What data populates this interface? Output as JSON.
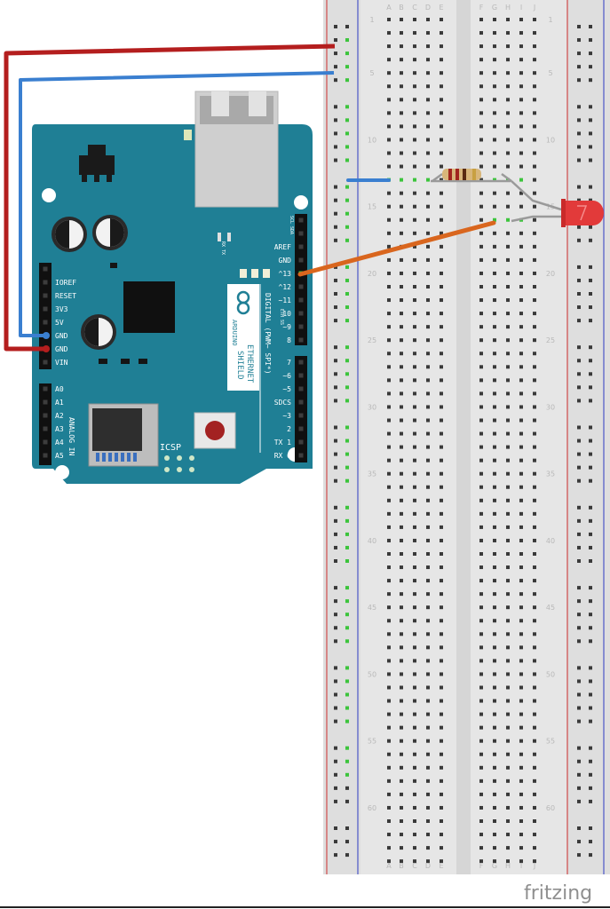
{
  "board": {
    "name_lines": [
      "ETHERNET",
      "SHIELD"
    ],
    "brand": "ARDUINO",
    "icsp_label": "ICSP",
    "digital_label": "DIGITAL (PWM~ SPI*)",
    "analog_label": "ANALOG IN",
    "power_pins": [
      "IOREF",
      "RESET",
      "3V3",
      "5V",
      "GND",
      "GND",
      "VIN"
    ],
    "analog_pins": [
      "A0",
      "A1",
      "A2",
      "A3",
      "A4",
      "A5"
    ],
    "digital_pins_top": [
      "AREF",
      "GND",
      "^13",
      "^12",
      "~11",
      "10",
      "~9",
      "8"
    ],
    "digital_pins_bottom": [
      "7",
      "~6",
      "~5",
      "SDCS",
      "~3",
      "2",
      "TX 1",
      "RX 0"
    ],
    "tiny_labels": [
      "SCL SDA",
      "RX TX",
      "ETH SS"
    ]
  },
  "breadboard": {
    "column_letters_left": [
      "A",
      "B",
      "C",
      "D",
      "E"
    ],
    "column_letters_right": [
      "F",
      "G",
      "H",
      "I",
      "J"
    ],
    "row_numbers": [
      "1",
      "5",
      "10",
      "15",
      "20",
      "25",
      "30",
      "35",
      "40",
      "45",
      "50",
      "55",
      "60"
    ]
  },
  "colors": {
    "board": "#1f7f95",
    "breadboard": "#e6e6e6",
    "rail_red": "#d14b4b",
    "rail_blue": "#4b57c8",
    "wire_red": "#b41e1e",
    "wire_blue": "#3a7fd0",
    "wire_orange": "#d9661e",
    "led": "#e23a3a",
    "hole": "#3a3a3a",
    "hole_active": "#3cc43c"
  },
  "footer": {
    "logo_text": "fritzing"
  }
}
